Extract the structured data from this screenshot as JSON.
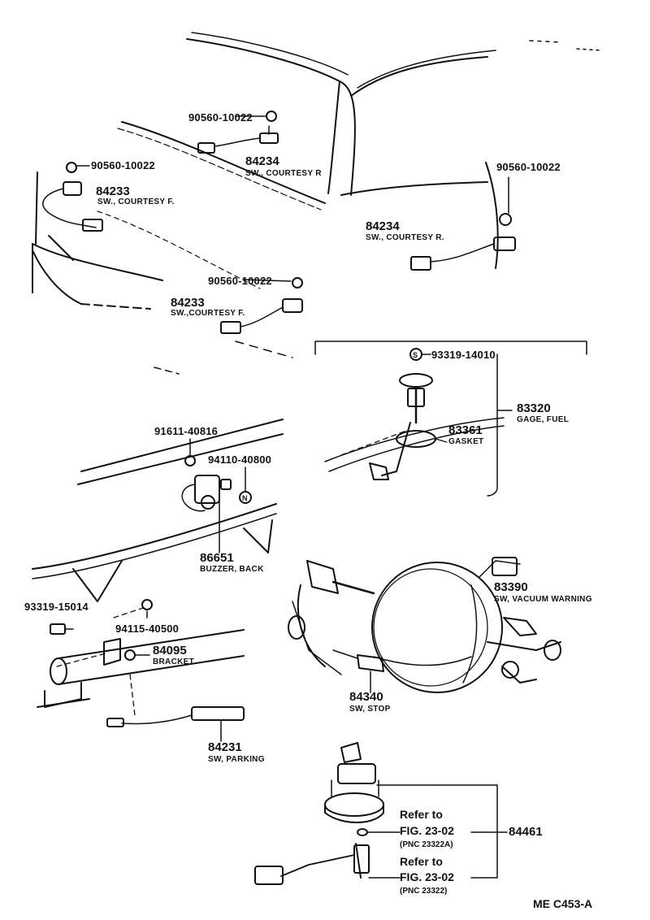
{
  "callouts": {
    "nut_r_upper": {
      "part_no": "90560-10022"
    },
    "sw_courtesy_r_upper": {
      "part_no": "84234",
      "name": "SW., COURTESY  R"
    },
    "nut_f_upper": {
      "part_no": "90560-10022"
    },
    "sw_courtesy_f_upper": {
      "part_no": "84233",
      "name": "SW., COURTESY  F."
    },
    "nut_r_right": {
      "part_no": "90560-10022"
    },
    "sw_courtesy_r_right": {
      "part_no": "84234",
      "name": "SW., COURTESY R."
    },
    "nut_f_mid": {
      "part_no": "90560-10022"
    },
    "sw_courtesy_f_mid": {
      "part_no": "84233",
      "name": "SW.,COURTESY F."
    },
    "screw_gage": {
      "part_no": "93319-14010"
    },
    "gage_fuel": {
      "part_no": "83320",
      "name": "GAGE, FUEL"
    },
    "gasket": {
      "part_no": "83361",
      "name": "GASKET"
    },
    "clip_buzzer": {
      "part_no": "91611-40816"
    },
    "nut_buzzer": {
      "part_no": "94110-40800"
    },
    "buzzer_back": {
      "part_no": "86651",
      "name": "BUZZER, BACK"
    },
    "sw_vacuum": {
      "part_no": "83390",
      "name": "SW, VACUUM WARNING"
    },
    "screw_bracket": {
      "part_no": "93319-15014"
    },
    "nut_bracket": {
      "part_no": "94115-40500"
    },
    "bracket": {
      "part_no": "84095",
      "name": "BRACKET"
    },
    "sw_stop": {
      "part_no": "84340",
      "name": "SW, STOP"
    },
    "sw_parking": {
      "part_no": "84231",
      "name": "SW, PARKING"
    },
    "sw_84461": {
      "part_no": "84461"
    },
    "ref_1": {
      "refer": "Refer to",
      "fig": "FIG. 23-02",
      "pnc": "(PNC 23322A)"
    },
    "ref_2": {
      "refer": "Refer to",
      "fig": "FIG. 23-02",
      "pnc": "(PNC 23322)"
    }
  },
  "figure_code": "ME C453-A"
}
